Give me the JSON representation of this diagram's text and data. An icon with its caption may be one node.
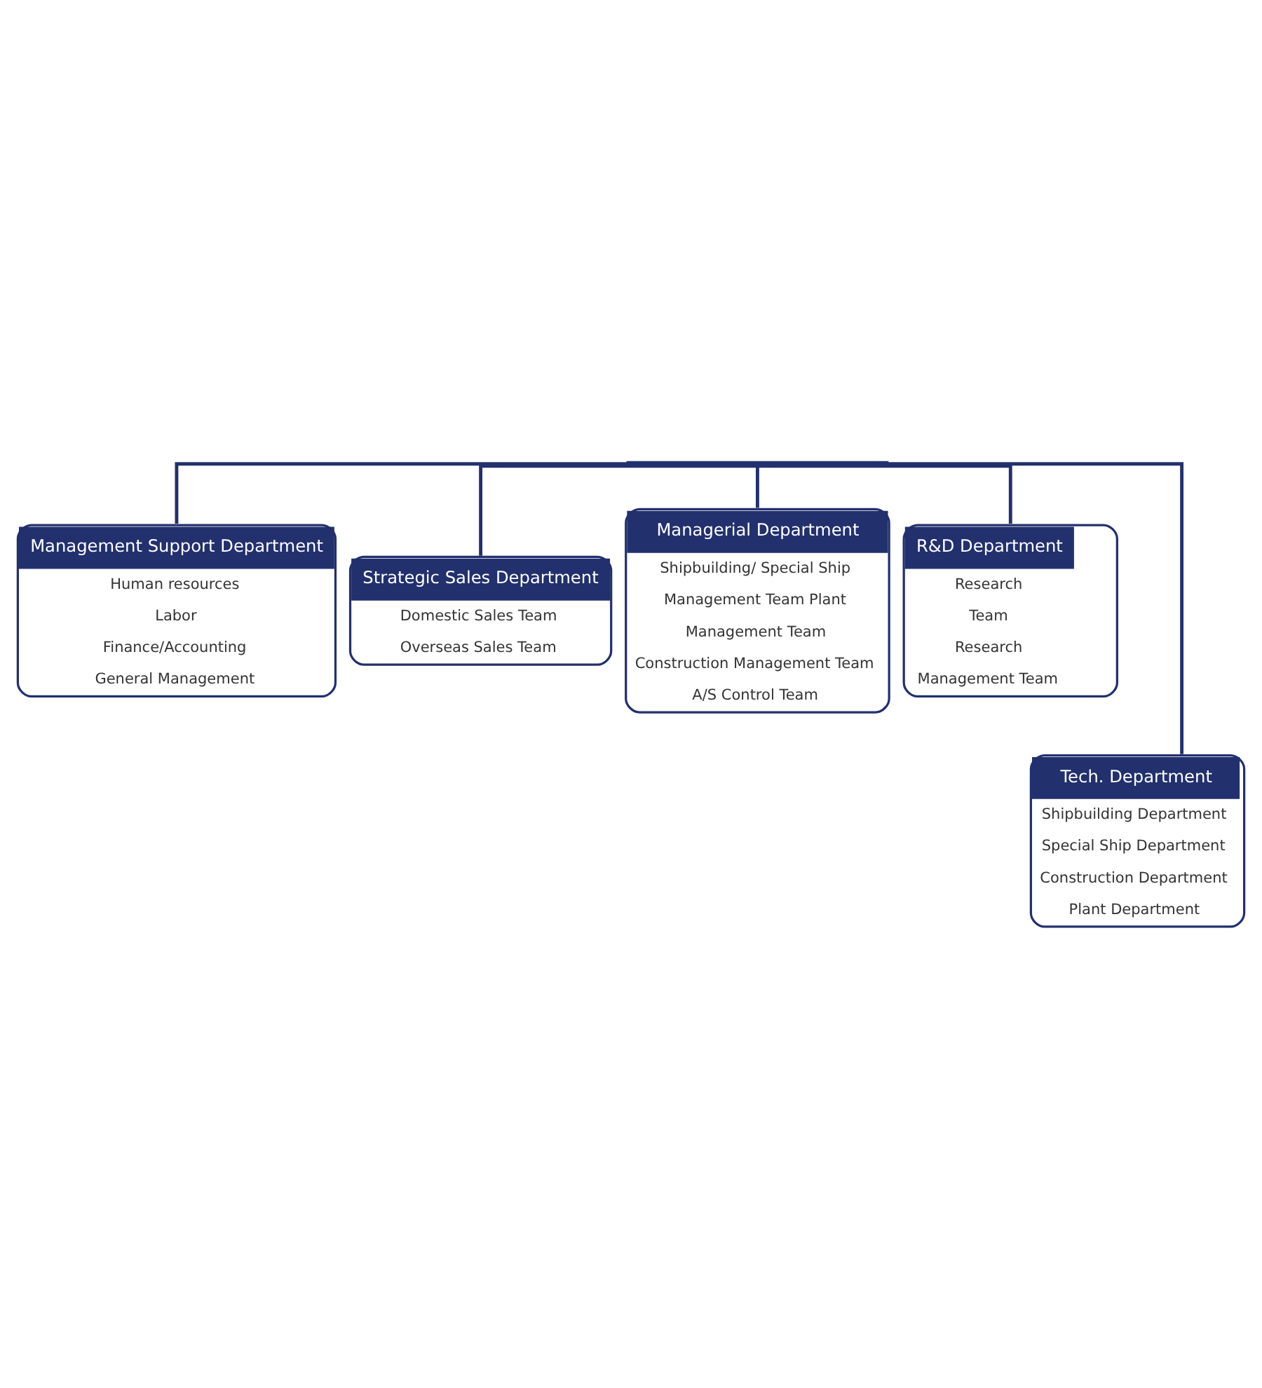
{
  "diagram": {
    "nodes": [
      {
        "text": [],
        "shape": "bar"
      },
      {
        "text": [
          "Management Support Department",
          "Human resources",
          "Labor",
          "Finance/Accounting",
          "General Management"
        ]
      },
      {
        "text": [
          "Strategic Sales Department",
          "Domestic Sales Team",
          "Overseas Sales Team"
        ]
      },
      {
        "text": [
          "Managerial Department",
          "Shipbuilding/ Special Ship",
          "Management Team Plant",
          "Management Team",
          "Construction Management Team",
          "A/S Control Team"
        ]
      },
      {
        "text": [
          "R&D Department",
          "Research",
          "Team",
          "Research",
          "Management Team"
        ]
      },
      {
        "text": [
          "Tech. Department",
          "Shipbuilding Department",
          "Special Ship Department",
          "Construction Department",
          "Plant Department"
        ]
      }
    ],
    "edges": [
      {
        "from": 0,
        "to": 1,
        "arrow": "none"
      },
      {
        "from": 0,
        "to": 2,
        "arrow": "none"
      },
      {
        "from": 0,
        "to": 3,
        "arrow": "none"
      },
      {
        "from": 0,
        "to": 4,
        "arrow": "none"
      },
      {
        "from": 0,
        "to": 5,
        "arrow": "none"
      }
    ]
  }
}
